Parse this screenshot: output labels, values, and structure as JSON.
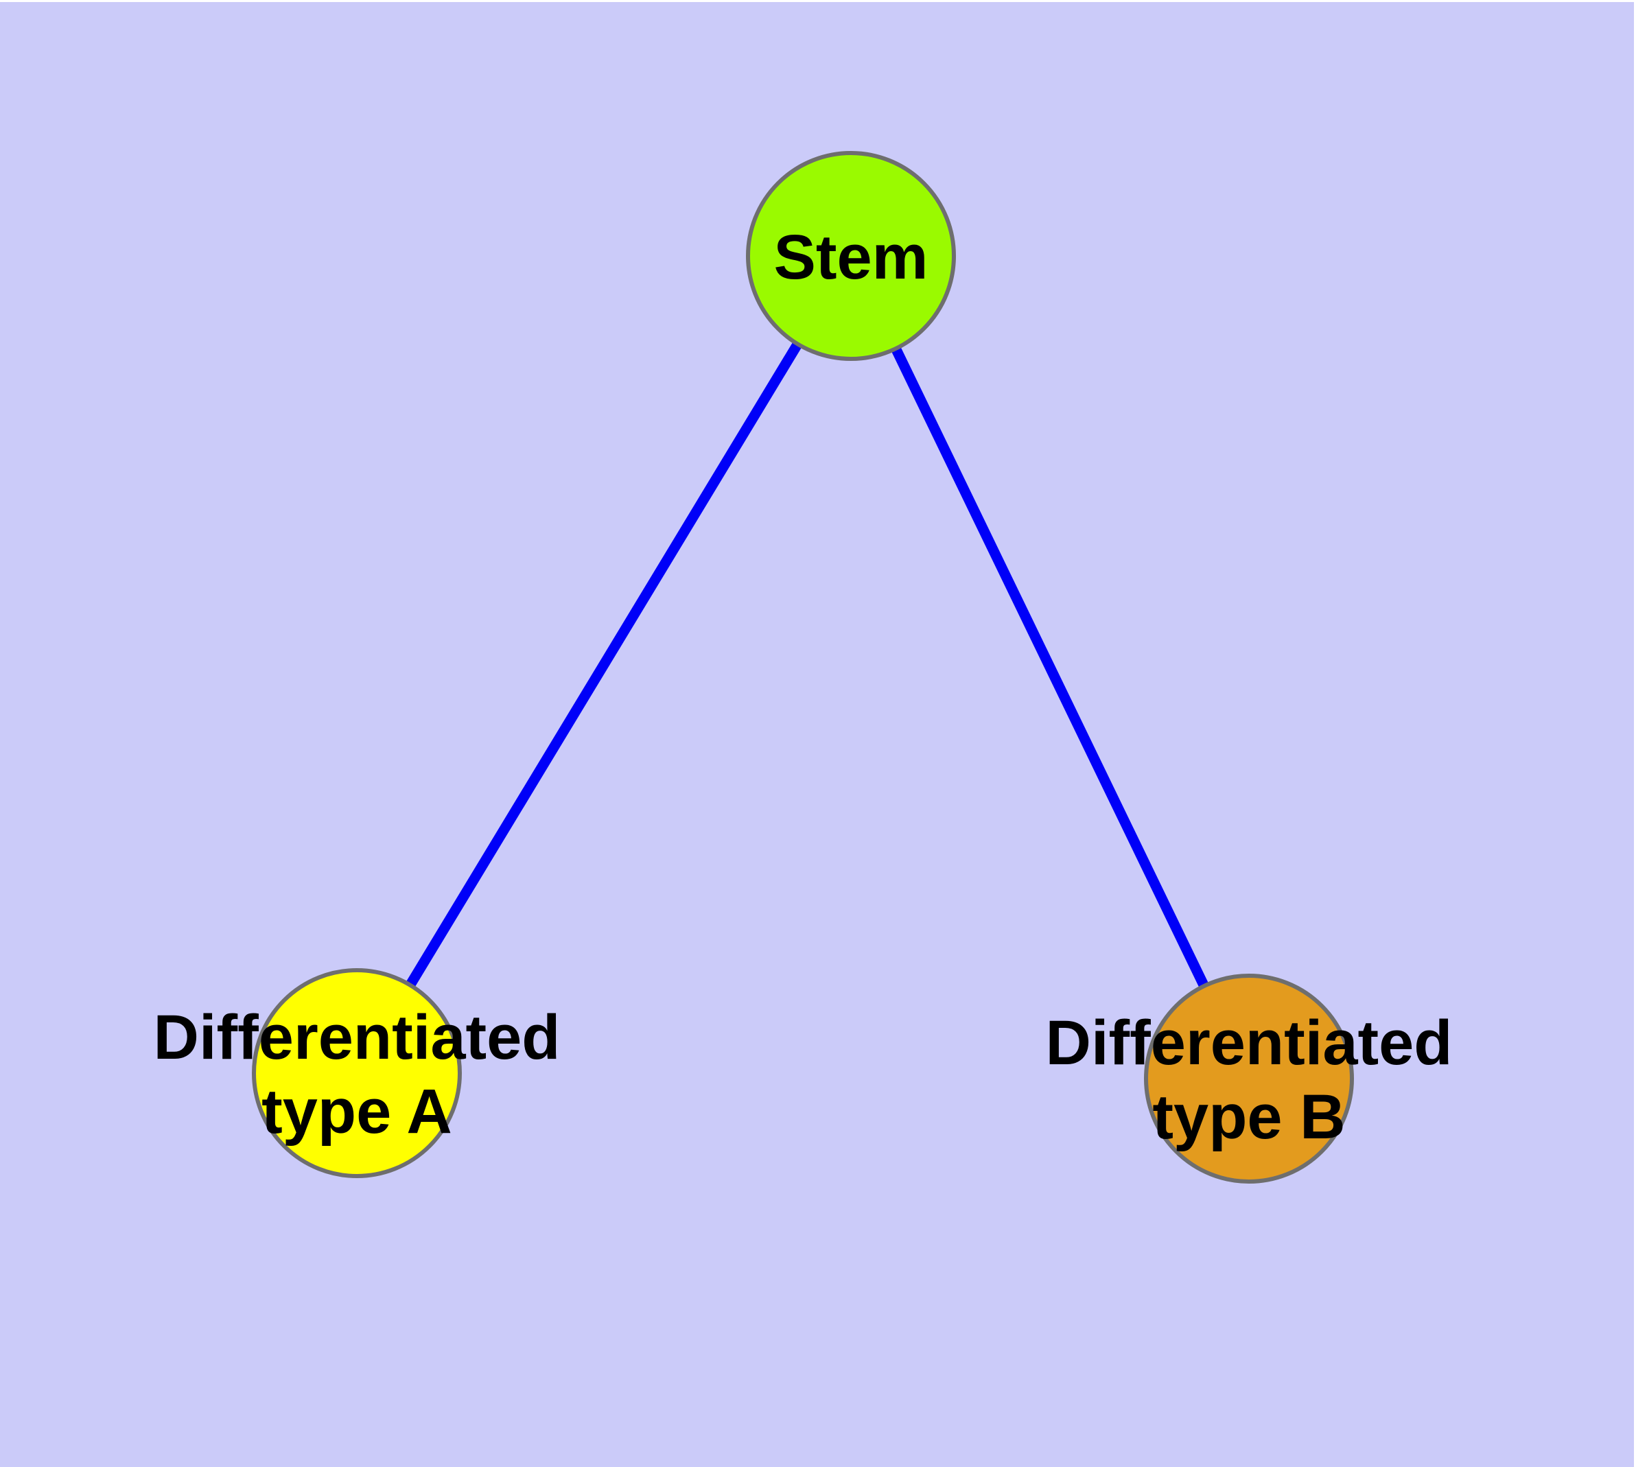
{
  "diagram": {
    "type": "node-link-graph",
    "background_color": "#CBCBF9",
    "page_border_color": "#FFFFFF",
    "edge_color": "#0000F8",
    "node_border_color": "#6E6E6E",
    "label_color": "#000000",
    "nodes": [
      {
        "id": "stem",
        "label": "Stem",
        "fill": "#9AFA00"
      },
      {
        "id": "differentiated-type-a",
        "label_line1": "Differentiated",
        "label_line2": "type A",
        "fill": "#FFFF00"
      },
      {
        "id": "differentiated-type-b",
        "label_line1": "Differentiated",
        "label_line2": "type B",
        "fill": "#E39B1E"
      }
    ],
    "edges": [
      {
        "from": "Stem",
        "to": "Differentiated type A"
      },
      {
        "from": "Stem",
        "to": "Differentiated type B"
      }
    ]
  }
}
